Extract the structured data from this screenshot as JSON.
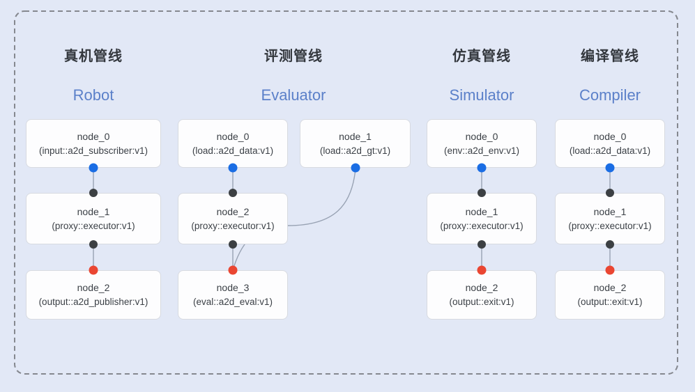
{
  "colors": {
    "background": "#e2e8f6",
    "node_fill": "#fdfdfe",
    "node_border": "#d7dae0",
    "frame_dash": "#85888f",
    "edge": "#98a2b3",
    "dot_blue": "#1a6de4",
    "dot_dark": "#3c4043",
    "dot_red": "#ea4632",
    "cn_title": "#33373d",
    "en_title": "#5b80c9",
    "node_text": "#3b4046"
  },
  "diagram": {
    "pipelines": [
      {
        "id": "robot",
        "cn_title": "真机管线",
        "en_title": "Robot",
        "nodes": [
          {
            "title": "node_0",
            "subtitle": "(input::a2d_subscriber:v1)"
          },
          {
            "title": "node_1",
            "subtitle": "(proxy::executor:v1)"
          },
          {
            "title": "node_2",
            "subtitle": "(output::a2d_publisher:v1)"
          }
        ]
      },
      {
        "id": "evaluator",
        "cn_title": "评测管线",
        "en_title": "Evaluator",
        "nodes": [
          {
            "title": "node_0",
            "subtitle": "(load::a2d_data:v1)"
          },
          {
            "title": "node_1",
            "subtitle": "(load::a2d_gt:v1)"
          },
          {
            "title": "node_2",
            "subtitle": "(proxy::executor:v1)"
          },
          {
            "title": "node_3",
            "subtitle": "(eval::a2d_eval:v1)"
          }
        ]
      },
      {
        "id": "simulator",
        "cn_title": "仿真管线",
        "en_title": "Simulator",
        "nodes": [
          {
            "title": "node_0",
            "subtitle": "(env::a2d_env:v1)"
          },
          {
            "title": "node_1",
            "subtitle": "(proxy::executor:v1)"
          },
          {
            "title": "node_2",
            "subtitle": "(output::exit:v1)"
          }
        ]
      },
      {
        "id": "compiler",
        "cn_title": "编译管线",
        "en_title": "Compiler",
        "nodes": [
          {
            "title": "node_0",
            "subtitle": "(load::a2d_data:v1)"
          },
          {
            "title": "node_1",
            "subtitle": "(proxy::executor:v1)"
          },
          {
            "title": "node_2",
            "subtitle": "(output::exit:v1)"
          }
        ]
      }
    ]
  }
}
